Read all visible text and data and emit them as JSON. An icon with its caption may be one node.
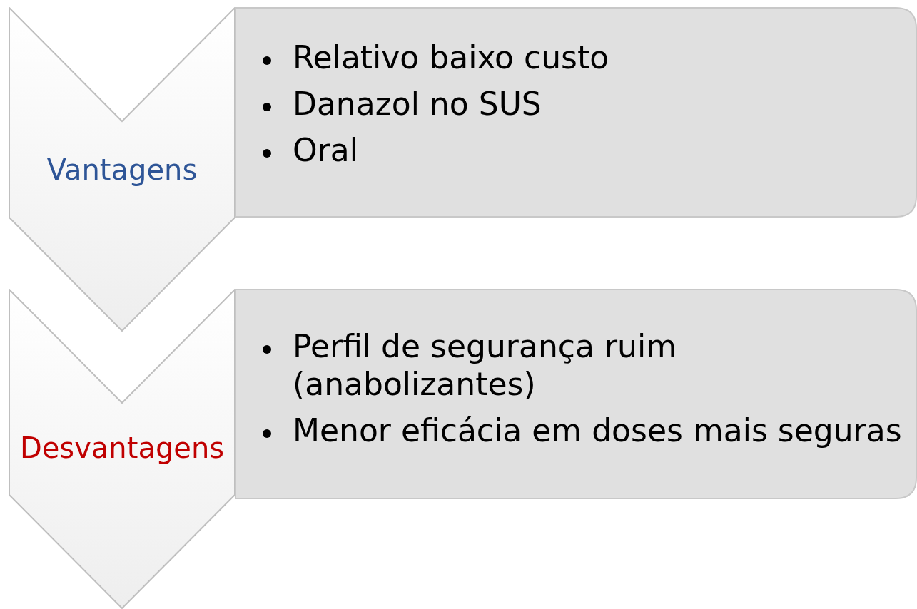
{
  "diagram": {
    "nodes": [
      {
        "text": [
          "Vantagens"
        ]
      },
      {
        "text": [
          "Relativo baixo custo",
          "Danazol no SUS",
          "Oral"
        ]
      },
      {
        "text": [
          "Desvantagens"
        ]
      },
      {
        "text": [
          "Perfil de segurança ruim (anabolizantes)",
          "Menor eficácia em doses mais seguras"
        ]
      }
    ]
  }
}
